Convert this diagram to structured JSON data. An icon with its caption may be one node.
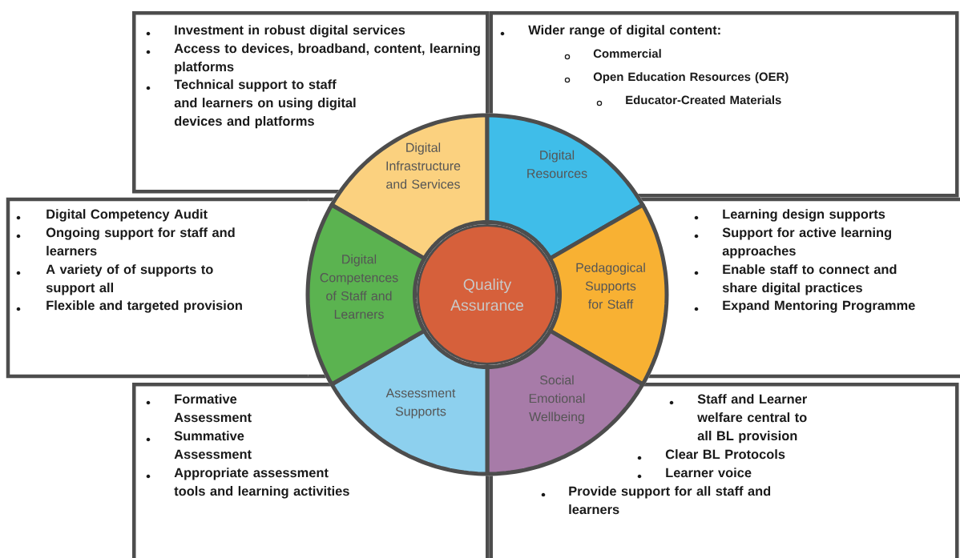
{
  "diagram": {
    "nodes": [
      {
        "text": [
          "Investment in robust digital services",
          "Access to devices, broadband, content, learning platforms",
          "Technical support to staff and learners on using digital devices and platforms"
        ]
      },
      {
        "text": [
          "Wider range of digital content:",
          "Commercial",
          "Open Education Resources (OER)",
          "Educator-Created Materials"
        ]
      },
      {
        "text": [
          "Digital Competency Audit",
          "Ongoing support for staff and learners",
          "A variety of of supports to support all",
          "Flexible and targeted provision"
        ]
      },
      {
        "text": [
          "Learning design supports",
          "Support for active learning approaches",
          "Enable staff to connect and share digital practices",
          "Expand Mentoring Programme"
        ]
      },
      {
        "text": [
          "Formative Assessment",
          "Summative Assessment",
          "Appropriate assessment tools and learning activities"
        ]
      },
      {
        "text": [
          "Staff and Learner welfare central to all BL provision",
          "Clear BL Protocols",
          "Learner voice",
          "Provide support for all staff and learners"
        ]
      },
      {
        "text": [
          "Digital Infrastructure and Services"
        ]
      },
      {
        "text": [
          "Digital Resources"
        ]
      },
      {
        "text": [
          "Pedagogical Supports for Staff"
        ]
      },
      {
        "text": [
          "Social Emotional Wellbeing"
        ]
      },
      {
        "text": [
          "Assessment Supports"
        ]
      },
      {
        "text": [
          "Digital Competences of Staff and Learners"
        ]
      },
      {
        "text": [
          "Quality Assurance"
        ]
      }
    ]
  }
}
